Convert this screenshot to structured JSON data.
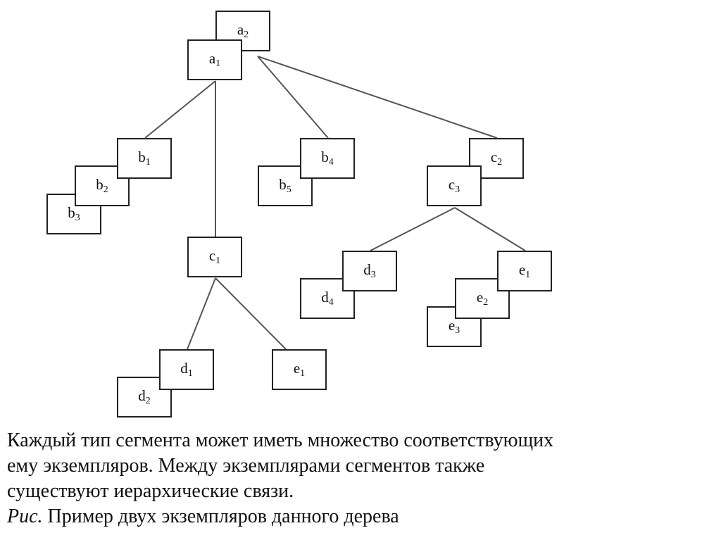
{
  "nodes": {
    "a2": {
      "letter": "a",
      "sub": "2"
    },
    "a1": {
      "letter": "a",
      "sub": "1"
    },
    "b1": {
      "letter": "b",
      "sub": "1"
    },
    "b2": {
      "letter": "b",
      "sub": "2"
    },
    "b3": {
      "letter": "b",
      "sub": "3"
    },
    "b4": {
      "letter": "b",
      "sub": "4"
    },
    "b5": {
      "letter": "b",
      "sub": "5"
    },
    "c2": {
      "letter": "c",
      "sub": "2"
    },
    "c3": {
      "letter": "c",
      "sub": "3"
    },
    "c1": {
      "letter": "c",
      "sub": "1"
    },
    "d3": {
      "letter": "d",
      "sub": "3"
    },
    "d4": {
      "letter": "d",
      "sub": "4"
    },
    "e1r": {
      "letter": "e",
      "sub": "1"
    },
    "e2": {
      "letter": "e",
      "sub": "2"
    },
    "e3": {
      "letter": "e",
      "sub": "3"
    },
    "d1": {
      "letter": "d",
      "sub": "1"
    },
    "d2": {
      "letter": "d",
      "sub": "2"
    },
    "e1": {
      "letter": "e",
      "sub": "1"
    }
  },
  "caption": {
    "line1": "Каждый тип сегмента может иметь множество соответствующих",
    "line2": "ему экземпляров. Между экземплярами сегментов также",
    "line3": "существуют иерархические связи.",
    "fig_label": "Рис.",
    "fig_text": " Пример двух экземпляров данного дерева"
  },
  "colors": {
    "line": "#555555",
    "border": "#222222"
  }
}
